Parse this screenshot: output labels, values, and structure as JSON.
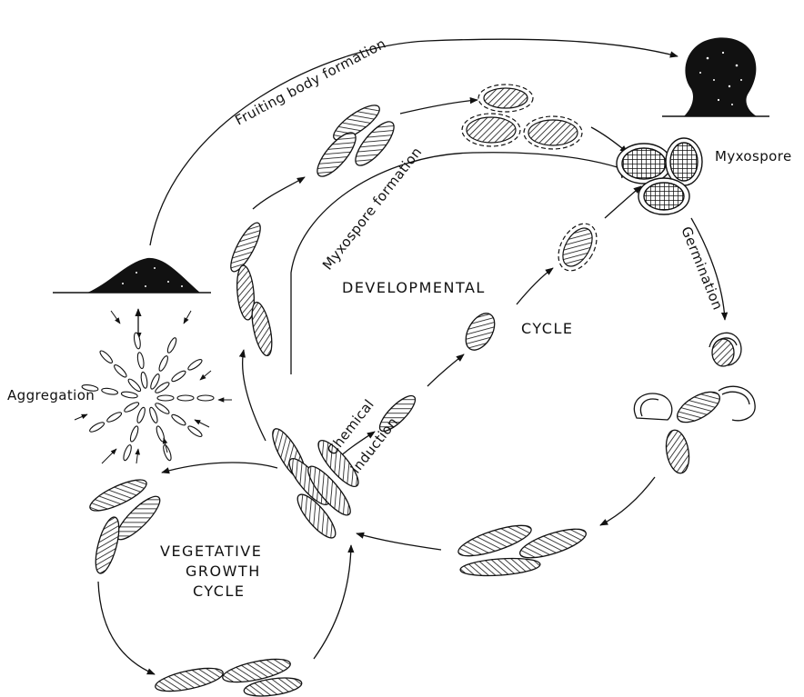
{
  "labels": {
    "fruiting_body_formation": "Fruiting body formation",
    "myxospore_formation": "Myxospore formation",
    "myxospore": "Myxospore",
    "germination": "Germination",
    "developmental": "DEVELOPMENTAL",
    "cycle": "CYCLE",
    "aggregation": "Aggregation",
    "chemical": "Chemical",
    "induction": "induction",
    "vegetative": "VEGETATIVE",
    "growth": "GROWTH",
    "vegetative_cycle": "CYCLE"
  },
  "colors": {
    "ink": "#111111",
    "background": "#ffffff"
  },
  "icons": {
    "cell": "hatched-rod-cell-icon",
    "spore": "cross-hatched-myxospore-icon",
    "mound": "aggregation-mound-icon",
    "fruiting_body": "fruiting-body-icon",
    "empty_coat": "empty-spore-coat-icon",
    "aggregating_cell": "outline-cell-icon"
  }
}
